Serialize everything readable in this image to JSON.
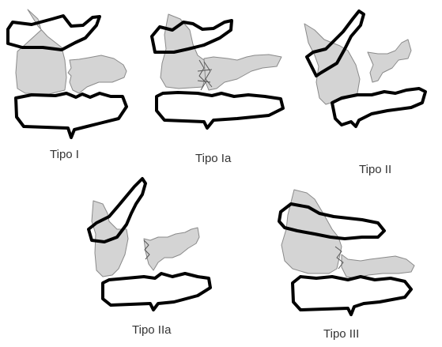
{
  "panels": [
    {
      "label": "Tipo I"
    },
    {
      "label": "Tipo Ia"
    },
    {
      "label": "Tipo II"
    },
    {
      "label": "Tipo IIa"
    },
    {
      "label": "Tipo III"
    }
  ],
  "colors": {
    "bone_fill": "#d4d4d4",
    "bone_stroke": "#8a8a8a",
    "outline": "#000000",
    "text": "#333333",
    "background": "#ffffff"
  }
}
